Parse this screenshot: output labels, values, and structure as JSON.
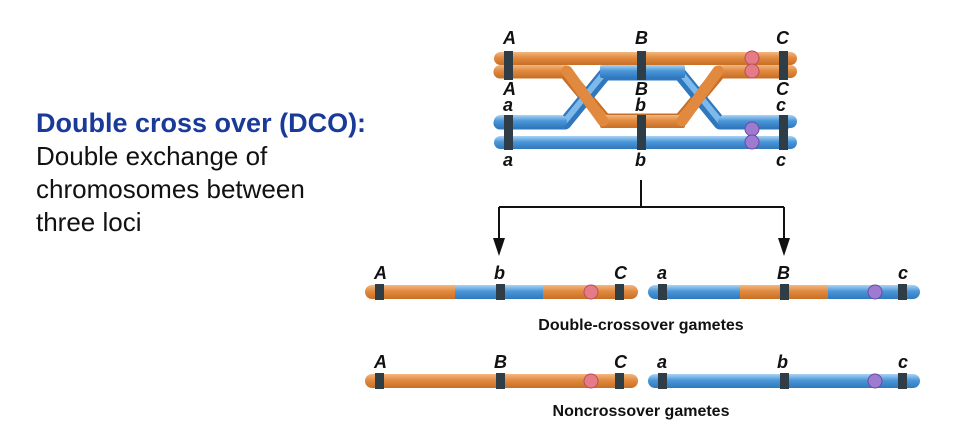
{
  "heading": "Double cross over (DCO):",
  "description_lines": [
    "Double exchange of",
    "chromosomes between",
    "three loci"
  ],
  "colors": {
    "orange": "#e0893f",
    "orange_light": "#f3b780",
    "blue": "#4a97d8",
    "blue_light": "#9fcaf0",
    "band": "#2f3e46",
    "centromere_orange": "#e47b86",
    "centromere_blue": "#8e6cc2",
    "heading": "#1a3a9a"
  },
  "top": {
    "orange_top_labels": [
      "A",
      "B",
      "C"
    ],
    "orange_bottom_labels": [
      "A",
      "B",
      "C"
    ],
    "blue_top_labels": [
      "a",
      "b",
      "c"
    ],
    "blue_bottom_labels": [
      "a",
      "b",
      "c"
    ]
  },
  "dco": {
    "left_labels": [
      "A",
      "b",
      "C"
    ],
    "right_labels": [
      "a",
      "B",
      "c"
    ],
    "caption": "Double-crossover gametes"
  },
  "nco": {
    "left_labels": [
      "A",
      "B",
      "C"
    ],
    "right_labels": [
      "a",
      "b",
      "c"
    ],
    "caption": "Noncrossover gametes"
  }
}
